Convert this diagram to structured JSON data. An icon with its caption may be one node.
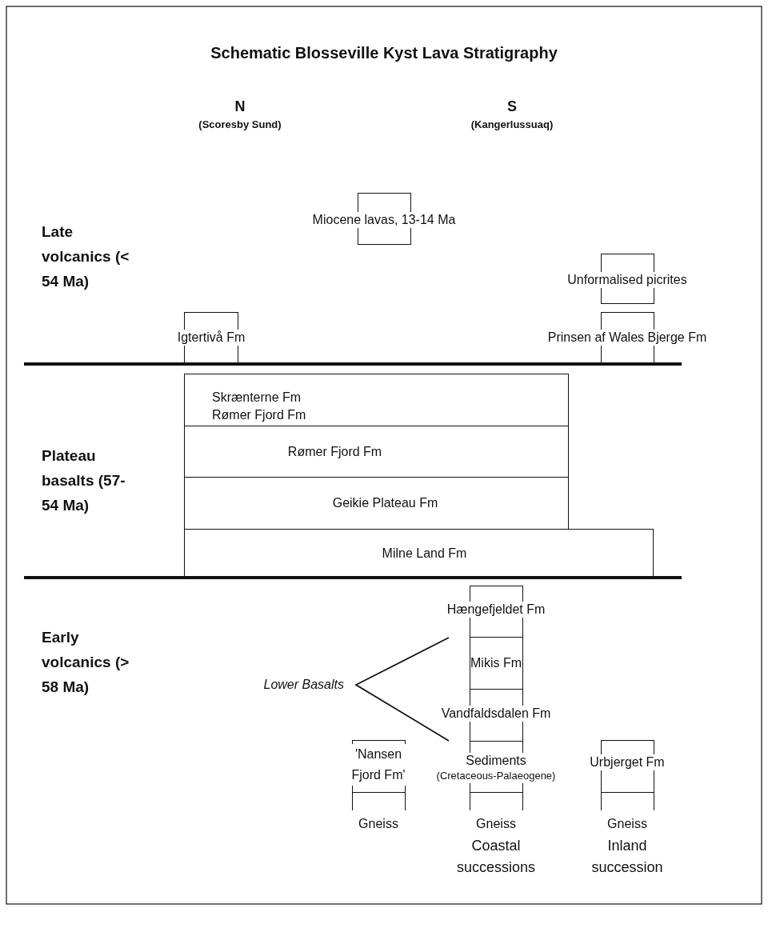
{
  "diagram": {
    "title": "Schematic Blosseville Kyst Lava Stratigraphy",
    "nodes": [
      {
        "text": [
          "Miocene lavas, 13-14 Ma"
        ]
      },
      {
        "text": [
          "Unformalised picrites"
        ]
      },
      {
        "text": [
          "Igtertivå Fm"
        ]
      },
      {
        "text": [
          "Prinsen af Wales Bjerge Fm"
        ]
      },
      {
        "text": [
          "Skrænterne Fm",
          "Rømer Fjord Fm"
        ]
      },
      {
        "text": [
          "Rømer Fjord Fm"
        ]
      },
      {
        "text": [
          "Geikie Plateau Fm"
        ]
      },
      {
        "text": [
          "Milne Land Fm"
        ]
      },
      {
        "text": [
          "Hængefjeldet Fm"
        ]
      },
      {
        "text": [
          "Mikis Fm"
        ]
      },
      {
        "text": [
          "Vandfaldsdalen Fm"
        ]
      },
      {
        "text": [
          "'Nansen Fjord Fm'"
        ]
      },
      {
        "text": [
          "Sediments",
          "(Cretaceous-Palaeogene)"
        ]
      },
      {
        "text": [
          "Urbjerget Fm"
        ]
      },
      {
        "text": [
          "Gneiss"
        ]
      },
      {
        "text": [
          "Gneiss"
        ]
      },
      {
        "text": [
          "Gneiss"
        ]
      }
    ],
    "labels": [
      "N",
      "(Scoresby Sund)",
      "S",
      "(Kangerlussuaq)",
      "Late volcanics (< 54 Ma)",
      "Plateau basalts (57-54 Ma)",
      "Early volcanics (> 58 Ma)",
      "Lower Basalts",
      "Coastal successions",
      "Inland succession"
    ]
  }
}
